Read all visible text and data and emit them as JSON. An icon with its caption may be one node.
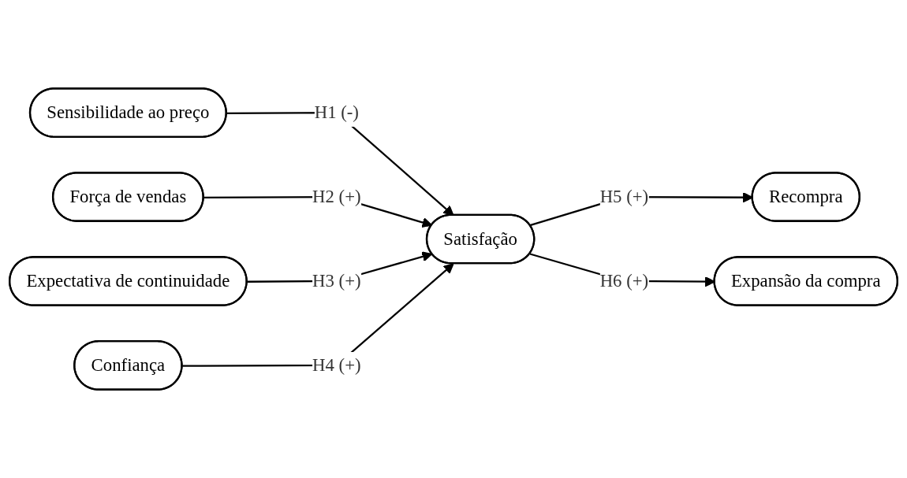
{
  "diagram": {
    "nodes": [
      {
        "text": [
          "Sensibilidade ao preço"
        ]
      },
      {
        "text": [
          "Força de vendas"
        ]
      },
      {
        "text": [
          "Expectativa de continuidade"
        ]
      },
      {
        "text": [
          "Confiança"
        ]
      },
      {
        "text": [
          "Satisfação"
        ]
      },
      {
        "text": [
          "Recompra"
        ]
      },
      {
        "text": [
          "Expansão da compra"
        ]
      }
    ],
    "edges": [
      {
        "from": 0,
        "to": 4,
        "arrow": "to",
        "label": "H1 (-)"
      },
      {
        "from": 1,
        "to": 4,
        "arrow": "to",
        "label": "H2 (+)"
      },
      {
        "from": 2,
        "to": 4,
        "arrow": "to",
        "label": "H3 (+)"
      },
      {
        "from": 3,
        "to": 4,
        "arrow": "to",
        "label": "H4 (+)"
      },
      {
        "from": 4,
        "to": 5,
        "arrow": "to",
        "label": "H5 (+)"
      },
      {
        "from": 4,
        "to": 6,
        "arrow": "to",
        "label": "H6 (+)"
      }
    ]
  }
}
